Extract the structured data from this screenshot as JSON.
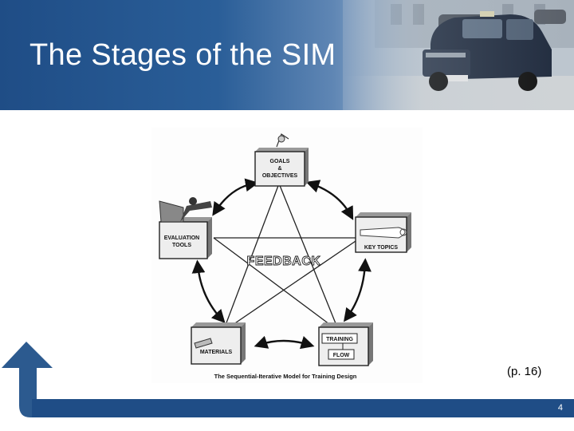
{
  "slide": {
    "title": "The Stages of the SIM",
    "page_reference": "(p. 16)",
    "page_number": "4"
  },
  "diagram": {
    "nodes": {
      "goals": [
        "GOALS",
        "&",
        "OBJECTIVES"
      ],
      "key_topics": "KEY TOPICS",
      "training_flow": [
        "TRAINING",
        "FLOW"
      ],
      "materials": "MATERIALS",
      "evaluation_tools": [
        "EVALUATION",
        "TOOLS"
      ]
    },
    "center_label": "FEEDBACK",
    "caption": "The Sequential-Iterative Model for Training Design"
  },
  "colors": {
    "header_blue": "#1f4d86",
    "footer_blue": "#1f4d86",
    "arrow_blue": "#2c5a8f",
    "text_white": "#ffffff"
  }
}
